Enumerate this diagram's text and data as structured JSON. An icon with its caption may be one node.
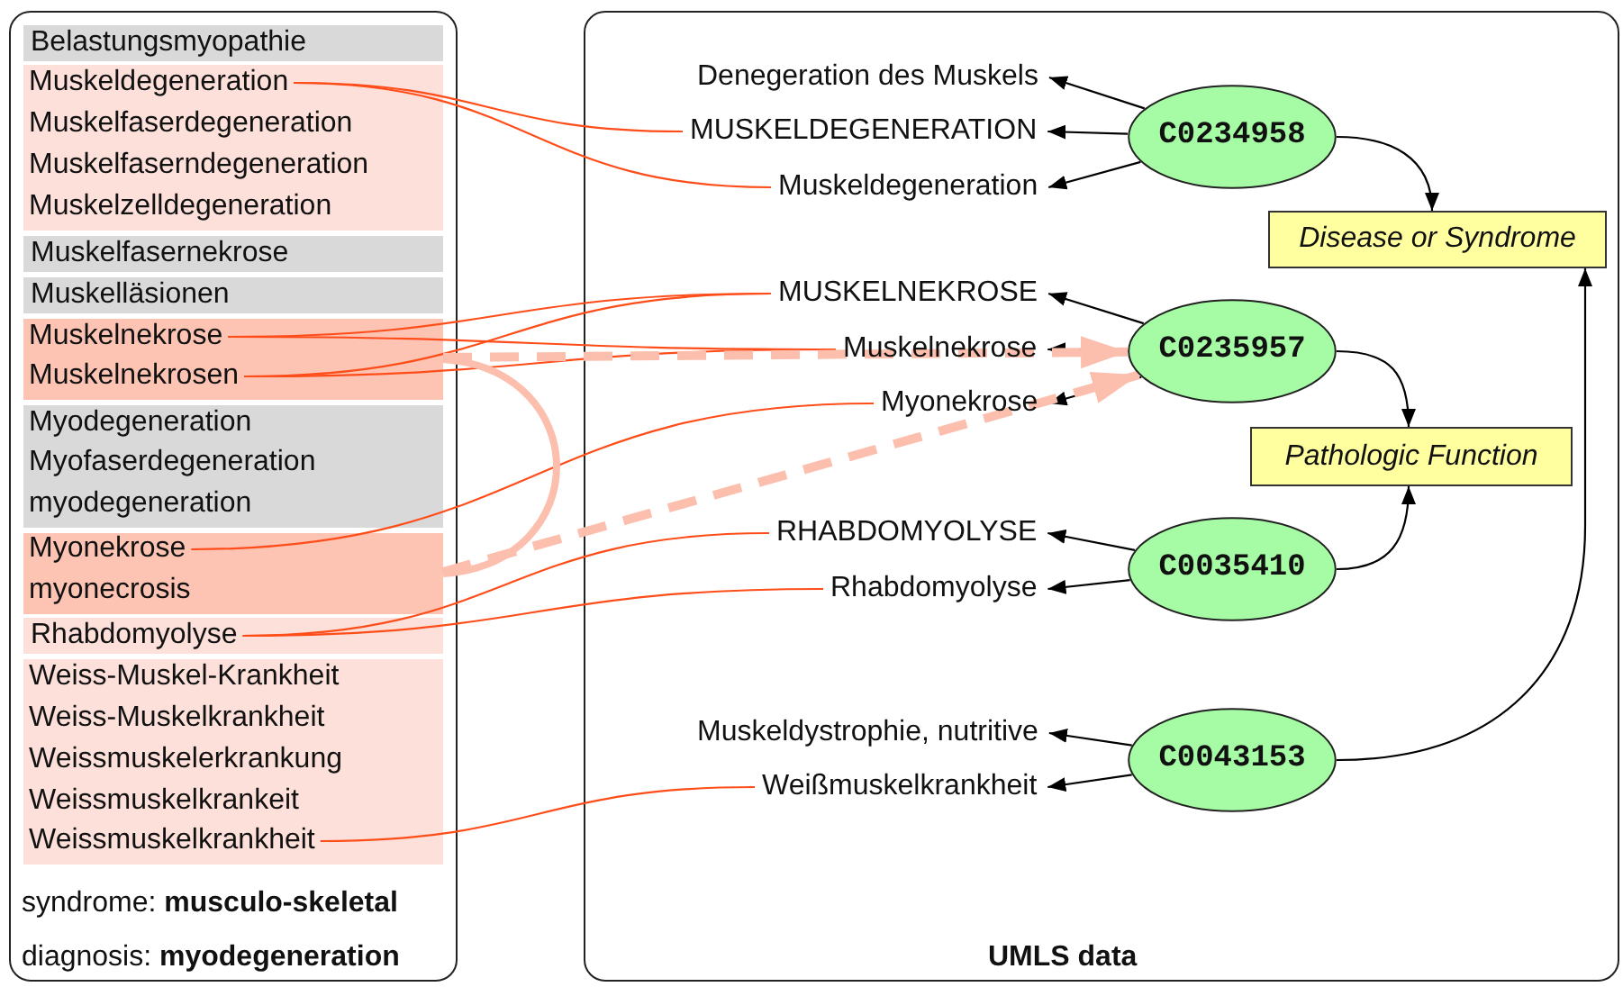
{
  "diagram": {
    "nodes": [
      {
        "text": [
          "syndrome: **musculo-skeletal**",
          "diagnosis: **myodegeneration**"
        ]
      },
      {
        "text": [
          "Belastungsmyopathie"
        ],
        "in": 0
      },
      {
        "text": [],
        "shape": "box",
        "in": 0
      },
      {
        "text": [
          "Muskeldegeneration"
        ],
        "in": 2
      },
      {
        "text": [
          "Muskelfaserdegeneration"
        ],
        "in": 2
      },
      {
        "text": [
          "Muskelfaserndegeneration"
        ],
        "in": 2
      },
      {
        "text": [
          "Muskelzelldegeneration"
        ],
        "in": 2
      },
      {
        "text": [
          "Muskelfasernekrose"
        ],
        "in": 0
      },
      {
        "text": [
          "Muskelläsionen"
        ],
        "in": 0
      },
      {
        "text": [],
        "shape": "box",
        "in": 0
      },
      {
        "text": [
          "Muskelnekrose"
        ],
        "in": 9
      },
      {
        "text": [
          "Muskelnekrosen"
        ],
        "in": 9
      },
      {
        "text": [],
        "shape": "box",
        "in": 0
      },
      {
        "text": [
          "Myodegeneration"
        ],
        "in": 12
      },
      {
        "text": [
          "Myofaserdegeneration"
        ],
        "in": 12
      },
      {
        "text": [
          "myodegeneration"
        ],
        "in": 12
      },
      {
        "text": [],
        "shape": "box",
        "in": 0
      },
      {
        "text": [
          "Myonekrose"
        ],
        "in": 16
      },
      {
        "text": [
          "myonecrosis"
        ],
        "in": 16
      },
      {
        "text": [
          "Rhabdomyolyse"
        ],
        "in": 0
      },
      {
        "text": [],
        "shape": "box",
        "in": 0
      },
      {
        "text": [
          "Weiss-Muskel-Krankheit"
        ],
        "in": 20
      },
      {
        "text": [
          "Weiss-Muskelkrankheit"
        ],
        "in": 20
      },
      {
        "text": [
          "Weissmuskelerkrankung"
        ],
        "in": 20
      },
      {
        "text": [
          "Weissmuskelkrankeit"
        ],
        "in": 20
      },
      {
        "text": [
          "Weissmuskelkrankheit"
        ],
        "in": 20
      },
      {
        "text": [
          "UMLS data"
        ]
      },
      {
        "text": [
          "Denegeration des Muskels"
        ],
        "in": 26
      },
      {
        "text": [
          "MUSKELDEGENERATION"
        ],
        "in": 26
      },
      {
        "text": [
          "Muskeldegeneration"
        ],
        "in": 26
      },
      {
        "text": [
          "C0234958"
        ],
        "in": 26
      },
      {
        "text": [
          "Disease or Syndrome"
        ],
        "in": 26
      },
      {
        "text": [
          "MUSKELNEKROSE"
        ],
        "in": 26
      },
      {
        "text": [
          "Muskelnekrose"
        ],
        "in": 26
      },
      {
        "text": [
          "Myonekrose"
        ],
        "in": 26
      },
      {
        "text": [
          "C0235957"
        ],
        "in": 26
      },
      {
        "text": [
          "Pathologic Function"
        ],
        "in": 26
      },
      {
        "text": [
          "RHABDOMYOLYSE"
        ],
        "in": 26
      },
      {
        "text": [
          "Rhabdomyolyse"
        ],
        "in": 26
      },
      {
        "text": [
          "C0035410"
        ],
        "in": 26
      },
      {
        "text": [
          "Muskeldystrophie, nutritive"
        ],
        "in": 26
      },
      {
        "text": [
          "Weißmuskelkrankheit"
        ],
        "in": 26
      },
      {
        "text": [
          "C0043153"
        ],
        "in": 26
      }
    ],
    "edges": [
      {
        "from": 30,
        "to": 27,
        "arrow": "to"
      },
      {
        "from": 30,
        "to": 28,
        "arrow": "to"
      },
      {
        "from": 30,
        "to": 29,
        "arrow": "to"
      },
      {
        "from": 35,
        "to": 32,
        "arrow": "to"
      },
      {
        "from": 35,
        "to": 33,
        "arrow": "to"
      },
      {
        "from": 35,
        "to": 34,
        "arrow": "to"
      },
      {
        "from": 39,
        "to": 37,
        "arrow": "to"
      },
      {
        "from": 39,
        "to": 38,
        "arrow": "to"
      },
      {
        "from": 42,
        "to": 40,
        "arrow": "to"
      },
      {
        "from": 42,
        "to": 41,
        "arrow": "to"
      },
      {
        "from": 30,
        "to": 31,
        "arrow": "to"
      },
      {
        "from": 35,
        "to": 36,
        "arrow": "to"
      },
      {
        "from": 39,
        "to": 36,
        "arrow": "to"
      },
      {
        "from": 42,
        "to": 31,
        "arrow": "to"
      },
      {
        "from": 3,
        "to": 28,
        "arrow": "none",
        "color": "#ff4d1a"
      },
      {
        "from": 3,
        "to": 29,
        "arrow": "none",
        "color": "#ff4d1a"
      },
      {
        "from": 10,
        "to": 32,
        "arrow": "none",
        "color": "#ff4d1a"
      },
      {
        "from": 10,
        "to": 33,
        "arrow": "none",
        "color": "#ff4d1a"
      },
      {
        "from": 11,
        "to": 32,
        "arrow": "none",
        "color": "#ff4d1a"
      },
      {
        "from": 11,
        "to": 33,
        "arrow": "none",
        "color": "#ff4d1a"
      },
      {
        "from": 17,
        "to": 34,
        "arrow": "none",
        "color": "#ff4d1a"
      },
      {
        "from": 19,
        "to": 37,
        "arrow": "none",
        "color": "#ff4d1a"
      },
      {
        "from": 19,
        "to": 38,
        "arrow": "none",
        "color": "#ff4d1a"
      },
      {
        "from": 25,
        "to": 41,
        "arrow": "none",
        "color": "#ff4d1a"
      },
      {
        "from": 9,
        "to": 35,
        "arrow": "to",
        "style": "dashed",
        "color": "#fcbfae"
      },
      {
        "from": 16,
        "to": 35,
        "arrow": "to",
        "style": "dashed",
        "color": "#fcbfae"
      },
      {
        "from": 9,
        "to": 16,
        "arrow": "none",
        "style": "thick",
        "color": "#fcbfae"
      }
    ]
  }
}
